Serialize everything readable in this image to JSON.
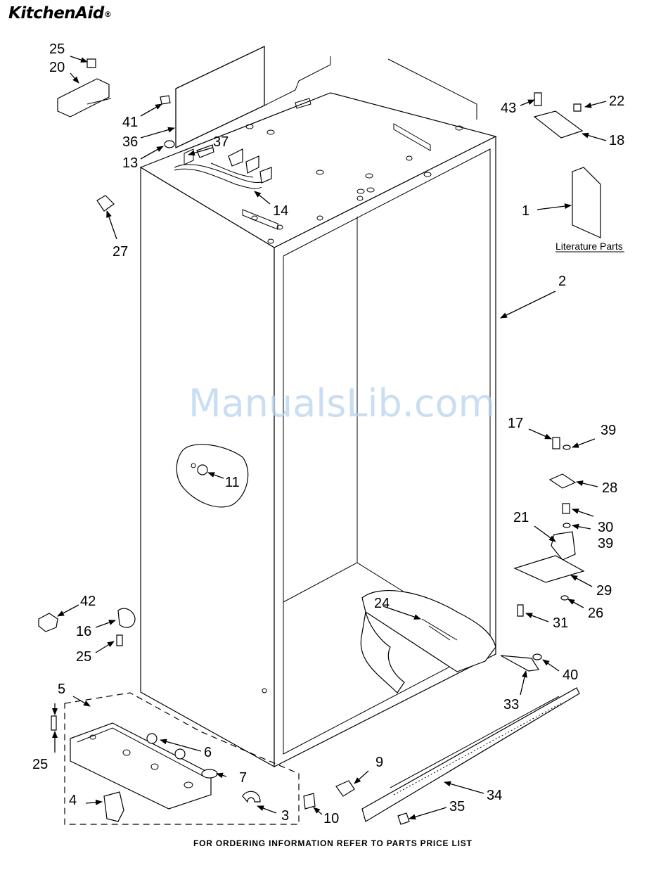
{
  "header": {
    "brand": "KitchenAid",
    "brand_mark": "®"
  },
  "watermark": "ManualsLib.com",
  "literature_label": "Literature Parts",
  "footer": "FOR ORDERING INFORMATION REFER TO PARTS PRICE LIST",
  "callouts": {
    "c1": "1",
    "c2": "2",
    "c3": "3",
    "c4": "4",
    "c5": "5",
    "c6": "6",
    "c7": "7",
    "c9": "9",
    "c10": "10",
    "c11": "11",
    "c13": "13",
    "c14": "14",
    "c16": "16",
    "c17": "17",
    "c18": "18",
    "c20": "20",
    "c21": "21",
    "c22": "22",
    "c24": "24",
    "c25a": "25",
    "c25b": "25",
    "c25c": "25",
    "c26": "26",
    "c27": "27",
    "c28": "28",
    "c29": "29",
    "c30": "30",
    "c31": "31",
    "c33": "33",
    "c34": "34",
    "c35": "35",
    "c36": "36",
    "c37": "37",
    "c39a": "39",
    "c39b": "39",
    "c40": "40",
    "c41": "41",
    "c42": "42",
    "c43": "43"
  }
}
